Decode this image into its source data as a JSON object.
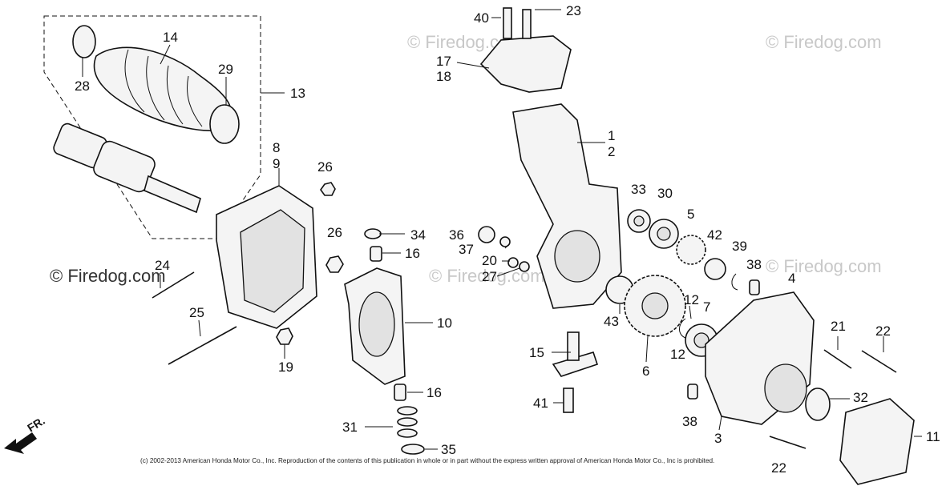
{
  "callouts": [
    {
      "id": "40",
      "label": "40"
    },
    {
      "id": "23",
      "label": "23"
    },
    {
      "id": "17",
      "label": "17"
    },
    {
      "id": "18",
      "label": "18"
    },
    {
      "id": "1",
      "label": "1"
    },
    {
      "id": "2",
      "label": "2"
    },
    {
      "id": "14",
      "label": "14"
    },
    {
      "id": "28",
      "label": "28"
    },
    {
      "id": "29",
      "label": "29"
    },
    {
      "id": "13",
      "label": "13"
    },
    {
      "id": "8",
      "label": "8"
    },
    {
      "id": "9",
      "label": "9"
    },
    {
      "id": "26a",
      "label": "26"
    },
    {
      "id": "26b",
      "label": "26"
    },
    {
      "id": "34",
      "label": "34"
    },
    {
      "id": "16a",
      "label": "16"
    },
    {
      "id": "16b",
      "label": "16"
    },
    {
      "id": "36",
      "label": "36"
    },
    {
      "id": "37",
      "label": "37"
    },
    {
      "id": "20",
      "label": "20"
    },
    {
      "id": "27",
      "label": "27"
    },
    {
      "id": "33",
      "label": "33"
    },
    {
      "id": "30",
      "label": "30"
    },
    {
      "id": "5",
      "label": "5"
    },
    {
      "id": "42",
      "label": "42"
    },
    {
      "id": "39",
      "label": "39"
    },
    {
      "id": "38a",
      "label": "38"
    },
    {
      "id": "38b",
      "label": "38"
    },
    {
      "id": "4",
      "label": "4"
    },
    {
      "id": "24",
      "label": "24"
    },
    {
      "id": "25",
      "label": "25"
    },
    {
      "id": "10",
      "label": "10"
    },
    {
      "id": "19",
      "label": "19"
    },
    {
      "id": "12a",
      "label": "12"
    },
    {
      "id": "12b",
      "label": "12"
    },
    {
      "id": "7",
      "label": "7"
    },
    {
      "id": "43",
      "label": "43"
    },
    {
      "id": "6",
      "label": "6"
    },
    {
      "id": "15",
      "label": "15"
    },
    {
      "id": "21",
      "label": "21"
    },
    {
      "id": "22a",
      "label": "22"
    },
    {
      "id": "22b",
      "label": "22"
    },
    {
      "id": "41",
      "label": "41"
    },
    {
      "id": "31",
      "label": "31"
    },
    {
      "id": "35",
      "label": "35"
    },
    {
      "id": "3",
      "label": "3"
    },
    {
      "id": "32",
      "label": "32"
    },
    {
      "id": "11",
      "label": "11"
    }
  ],
  "watermarks": {
    "small": "© Firedog.com",
    "large": "© Firedog.com"
  },
  "copyright": "(c) 2002-2013 American Honda Motor Co., Inc. Reproduction of the contents of this publication in whole or in part without the express written approval of American Honda Motor Co., Inc is prohibited.",
  "direction": "FR."
}
